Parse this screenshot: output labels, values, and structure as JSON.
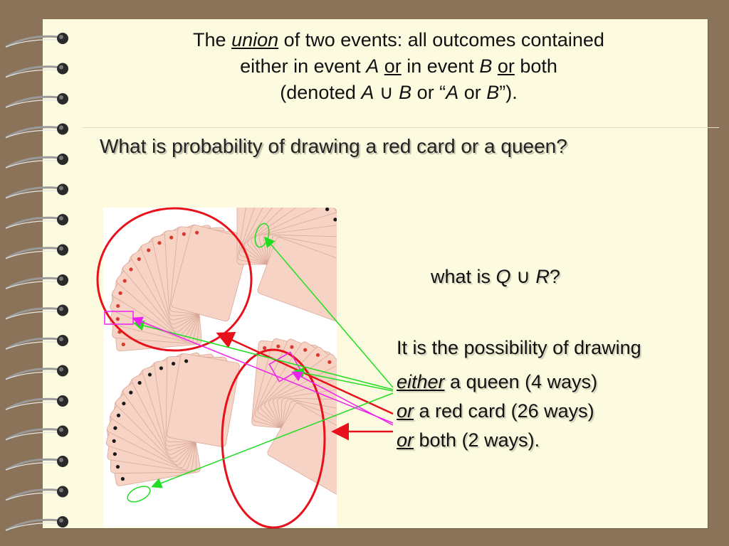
{
  "title": {
    "w_the": "The",
    "w_union": "union",
    "w_rest1": " of two events: all outcomes contained",
    "w_either_in": "either in event ",
    "w_A": "A",
    "w_or1": "or",
    "w_in_event": " in event ",
    "w_B": "B",
    "w_or2": "or",
    "w_both": " both",
    "w_denoted": "(denoted ",
    "w_A2": "A",
    "w_cup": " ∪ ",
    "w_B2": "B",
    "w_or_quote": " or “",
    "w_A3": "A",
    "w_or3": " or ",
    "w_B3": "B",
    "w_end": "”)."
  },
  "question": "What is probability of drawing a red card or a queen?",
  "what_is": {
    "prefix": "what is ",
    "Q": "Q",
    "cup": " ∪ ",
    "R": "R",
    "suffix": "?"
  },
  "answer": {
    "line1": "It is the possibility of drawing",
    "either": "either",
    "line2_rest": " a queen (4 ways)",
    "or1": "or",
    "line3_rest": " a red card (26 ways)",
    "or2": "or",
    "line4_rest": " both (2 ways)."
  },
  "colors": {
    "background": "#8a7358",
    "paper": "#fdfbdf",
    "circle": "#e8101a",
    "green_arrow": "#22dd22",
    "magenta_arrow": "#ee22ee",
    "red_card": "#d9382c"
  },
  "icons": [
    "spiral-binding-icon",
    "playing-cards-image"
  ]
}
